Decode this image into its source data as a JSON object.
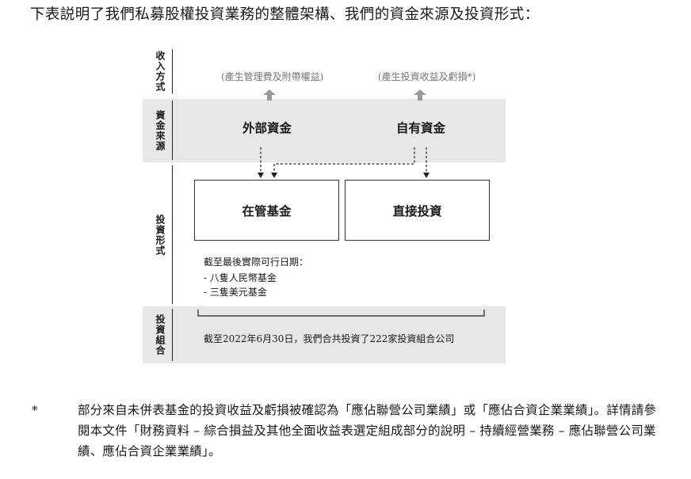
{
  "intro_text": "下表説明了我們私募股權投資業務的整體架構、我們的資金來源及投資形式：",
  "rows": {
    "income": "收入方式",
    "source": "資金來源",
    "form": "投資形式",
    "portfolio": "投資組合"
  },
  "income_notes": {
    "left": "(產生管理費及附帶權益)",
    "right": "(產生投資收益及虧損*)"
  },
  "sources": {
    "external": "外部資金",
    "own": "自有資金"
  },
  "forms": {
    "managed": "在管基金",
    "direct": "直接投資"
  },
  "funds_note": {
    "heading": "截至最後實際可行日期：",
    "items": [
      "- 八隻人民幣基金",
      "- 三隻美元基金"
    ]
  },
  "portfolio_text": "截至2022年6月30日，我們合共投資了222家投資組合公司",
  "footnote": {
    "marker": "*",
    "text": "部分來自未併表基金的投資收益及虧損被確認為「應佔聯營公司業績」或「應佔合資企業業績」。詳情請參閱本文件「財務資料 – 綜合損益及其他全面收益表選定組成部分的說明 – 持續經營業務 – 應佔聯營公司業績、應佔合資企業業績」。"
  }
}
